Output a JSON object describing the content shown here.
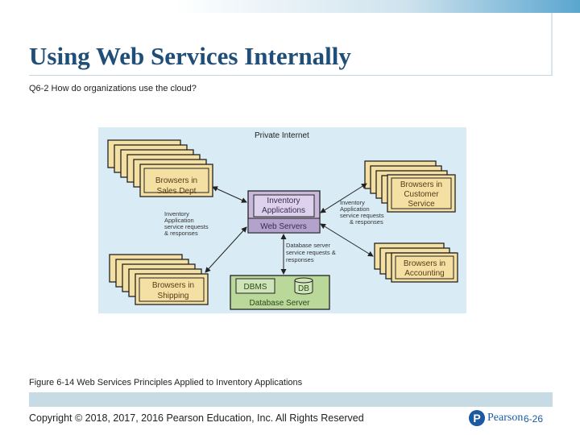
{
  "slide": {
    "title": "Using Web Services Internally",
    "subtitle": "Q6-2 How do organizations use the cloud?",
    "caption": "Figure 6-14 Web Services Principles Applied to Inventory Applications",
    "copyright": "Copyright © 2018, 2017, 2016 Pearson Education, Inc. All Rights Reserved",
    "brand": "Pearson",
    "brand_mark": "P",
    "slide_number": "6-26"
  },
  "diagram": {
    "network_label": "Private Internet",
    "server": {
      "line1": "Inventory",
      "line2": "Applications",
      "footer": "Web Servers"
    },
    "database": {
      "dbms": "DBMS",
      "db": "DB",
      "label": "Database Server"
    },
    "clients": {
      "sales": [
        "Browsers in",
        "Sales Dept"
      ],
      "customer_service": [
        "Browsers in",
        "Customer",
        "Service"
      ],
      "shipping": [
        "Browsers in",
        "Shipping"
      ],
      "accounting": [
        "Browsers in",
        "Accounting"
      ]
    },
    "note_left": [
      "Inventory",
      "Application",
      "service requests",
      "& responses"
    ],
    "note_right": [
      "Inventory",
      "Application",
      "service requests",
      "& responses"
    ],
    "note_db": [
      "Database server",
      "service requests &",
      "responses"
    ]
  },
  "colors": {
    "title": "#1f4e79",
    "diagram_bg": "#d9ebf5",
    "browser_box": "#f5e0a3",
    "server_box": "#c8b9dc",
    "server_footer": "#b3a2cc",
    "db_box": "#b9d89a"
  }
}
